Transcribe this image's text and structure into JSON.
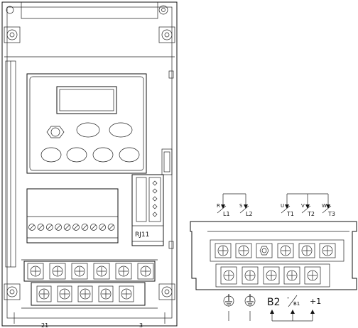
{
  "main_unit": {
    "connector_label": "RJ11",
    "bottom_labels": [
      "21",
      "3"
    ],
    "control_terminal_count": 10,
    "display_buttons_row1": 2,
    "display_buttons_row2": 4
  },
  "detail": {
    "top_input_labels": [
      "L1",
      "L2"
    ],
    "top_output_labels": [
      "T1",
      "T2",
      "T3"
    ],
    "top_output_prefixes": [
      "U",
      "V",
      "W"
    ],
    "top_input_prefixes": [
      "R",
      "S"
    ],
    "bottom_labels": {
      "ground1": "⏚",
      "ground2": "⏚",
      "b2": "B2",
      "minus": "-",
      "b1": "B1",
      "plus": "+1"
    }
  }
}
